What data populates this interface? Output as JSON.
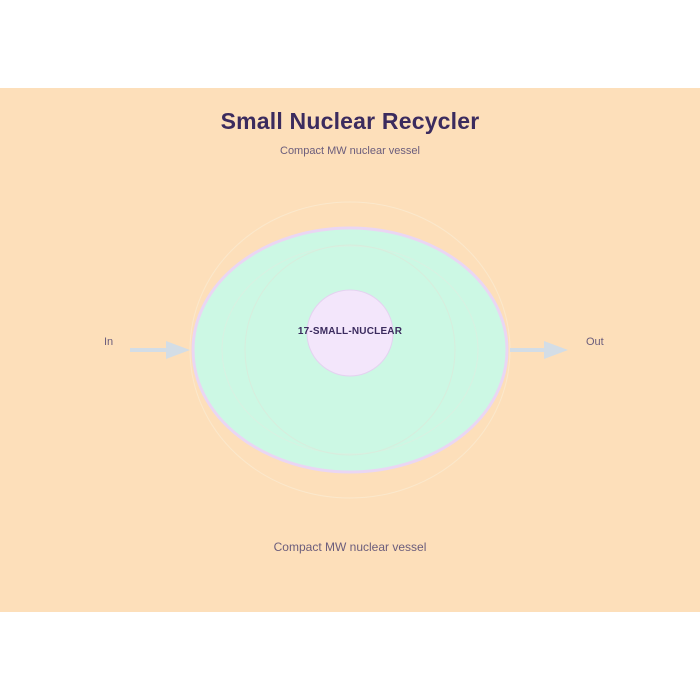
{
  "title": "Small Nuclear Recycler",
  "subtitle": "Compact MW nuclear vessel",
  "footer_caption": "Compact MW nuclear vessel",
  "core_label": "17-SMALL-NUCLEAR",
  "flow": {
    "in_label": "In",
    "out_label": "Out"
  },
  "colors": {
    "background": "#fddfba",
    "vessel_fill": "#ccf8e4",
    "vessel_stroke": "#ead6f3",
    "core_fill": "#f3e6fb",
    "arrow": "#d3dde6",
    "title": "#3b2b5e",
    "text": "#6b5d7c"
  }
}
